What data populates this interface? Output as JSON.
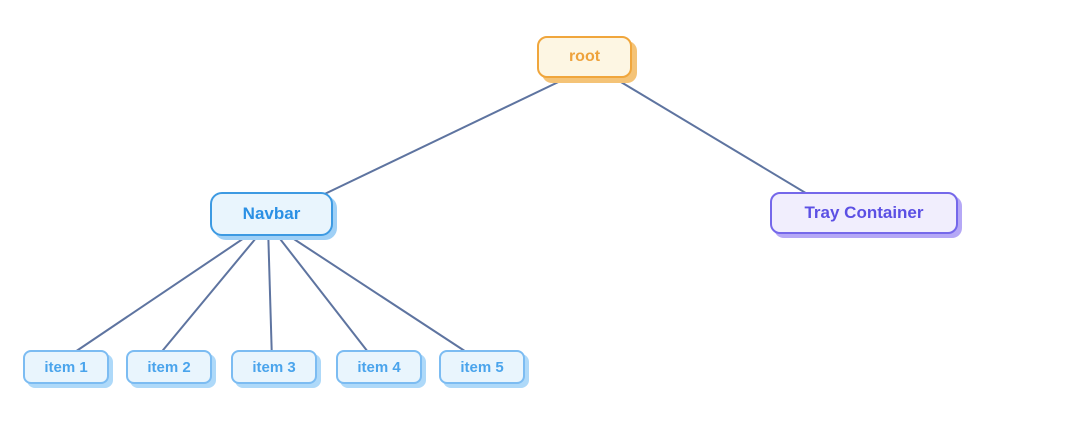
{
  "diagram": {
    "type": "tree",
    "background_color": "#ffffff",
    "edge_color": "#5e74a0",
    "root": {
      "label": "root",
      "fill": "#fdf6e3",
      "border_color": "#f0a63c",
      "text_color": "#eea23c",
      "shadow_color": "#f4c377"
    },
    "navbar": {
      "label": "Navbar",
      "fill": "#e9f5fd",
      "border_color": "#3d9ae2",
      "text_color": "#2b90e4",
      "shadow_color": "#9fd0f6"
    },
    "tray_container": {
      "label": "Tray Container",
      "fill": "#f1eefd",
      "border_color": "#7568ea",
      "text_color": "#5c50e4",
      "shadow_color": "#b5a8f6"
    },
    "items": [
      {
        "label": "item 1"
      },
      {
        "label": "item 2"
      },
      {
        "label": "item 3"
      },
      {
        "label": "item 4"
      },
      {
        "label": "item 5"
      }
    ],
    "item_style": {
      "fill": "#e9f5fd",
      "border_color": "#7cbcf2",
      "text_color": "#4aa4ec",
      "shadow_color": "#aed9f9"
    },
    "edges": [
      {
        "from": "root",
        "to": "Navbar"
      },
      {
        "from": "root",
        "to": "Tray Container"
      },
      {
        "from": "Navbar",
        "to": "item 1"
      },
      {
        "from": "Navbar",
        "to": "item 2"
      },
      {
        "from": "Navbar",
        "to": "item 3"
      },
      {
        "from": "Navbar",
        "to": "item 4"
      },
      {
        "from": "Navbar",
        "to": "item 5"
      }
    ]
  }
}
